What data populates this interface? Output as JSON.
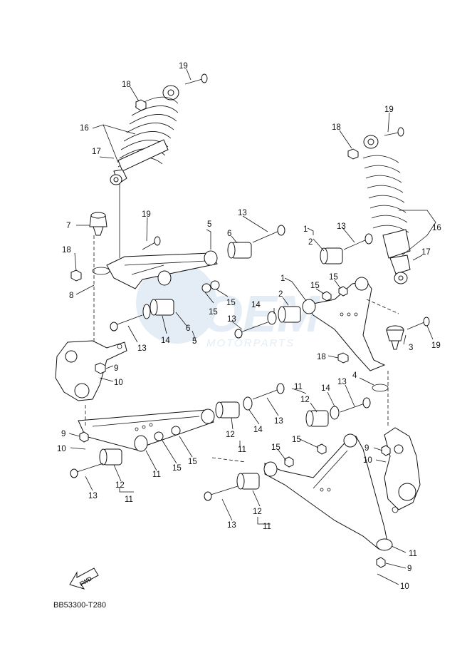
{
  "diagram": {
    "code": "BB53300-T280",
    "fwd_label": "FWD",
    "watermark": {
      "brand": "OEM",
      "sub": "MOTORPARTS"
    },
    "callouts": [
      "1",
      "2",
      "3",
      "4",
      "5",
      "6",
      "7",
      "8",
      "9",
      "10",
      "11",
      "12",
      "13",
      "14",
      "15",
      "16",
      "17",
      "18",
      "19"
    ]
  }
}
